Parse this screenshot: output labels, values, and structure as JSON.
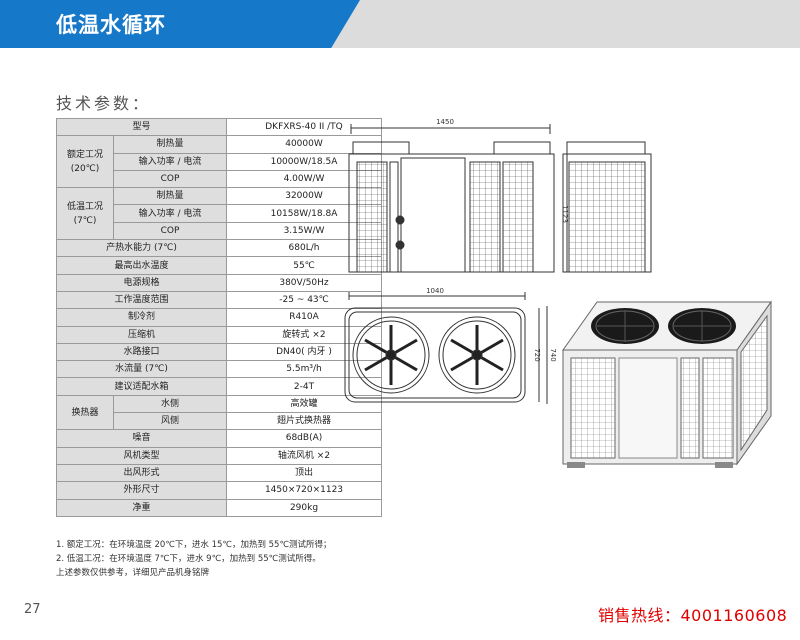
{
  "header": {
    "title": "低温水循环"
  },
  "section_title": "技术参数：",
  "table": {
    "model": {
      "label": "型号",
      "value": "DKFXRS-40 II /TQ"
    },
    "rated_group": "额定工况\n(20℃)",
    "rated_rows": [
      {
        "label": "制热量",
        "value": "40000W"
      },
      {
        "label": "输入功率 / 电流",
        "value": "10000W/18.5A"
      },
      {
        "label": "COP",
        "value": "4.00W/W"
      }
    ],
    "low_group": "低温工况\n(7℃)",
    "low_rows": [
      {
        "label": "制热量",
        "value": "32000W"
      },
      {
        "label": "输入功率 / 电流",
        "value": "10158W/18.8A"
      },
      {
        "label": "COP",
        "value": "3.15W/W"
      }
    ],
    "mid_rows": [
      {
        "label": "产热水能力 (7℃)",
        "value": "680L/h"
      },
      {
        "label": "最高出水温度",
        "value": "55℃"
      },
      {
        "label": "电源规格",
        "value": "380V/50Hz"
      },
      {
        "label": "工作温度范围",
        "value": "-25 ~ 43℃"
      },
      {
        "label": "制冷剂",
        "value": "R410A"
      },
      {
        "label": "压缩机",
        "value": "旋转式 ×2"
      },
      {
        "label": "水路接口",
        "value": "DN40( 内牙 )"
      },
      {
        "label": "水流量 (7℃)",
        "value": "5.5m³/h"
      },
      {
        "label": "建议适配水箱",
        "value": "2-4T"
      }
    ],
    "hx_group": "换热器",
    "hx_rows": [
      {
        "label": "水侧",
        "value": "高效罐"
      },
      {
        "label": "风侧",
        "value": "翅片式换热器"
      }
    ],
    "tail_rows": [
      {
        "label": "噪音",
        "value": "68dB(A)"
      },
      {
        "label": "风机类型",
        "value": "轴流风机 ×2"
      },
      {
        "label": "出风形式",
        "value": "顶出"
      },
      {
        "label": "外形尺寸",
        "value": "1450×720×1123"
      },
      {
        "label": "净重",
        "value": "290kg"
      }
    ]
  },
  "notes": [
    "1. 额定工况：在环境温度 20℃下，进水 15℃，加热到 55℃测试所得；",
    "2. 低温工况：在环境温度 7℃下，进水 9℃，加热到 55℃测试所得。",
    "上述参数仅供参考，详细见产品机身铭牌"
  ],
  "drawing": {
    "front_width": "1450",
    "height": "1123",
    "top_width": "1040",
    "depth_a": "720",
    "depth_b": "740"
  },
  "footer": {
    "page_number": "27",
    "hotline": "销售热线：4001160608"
  }
}
